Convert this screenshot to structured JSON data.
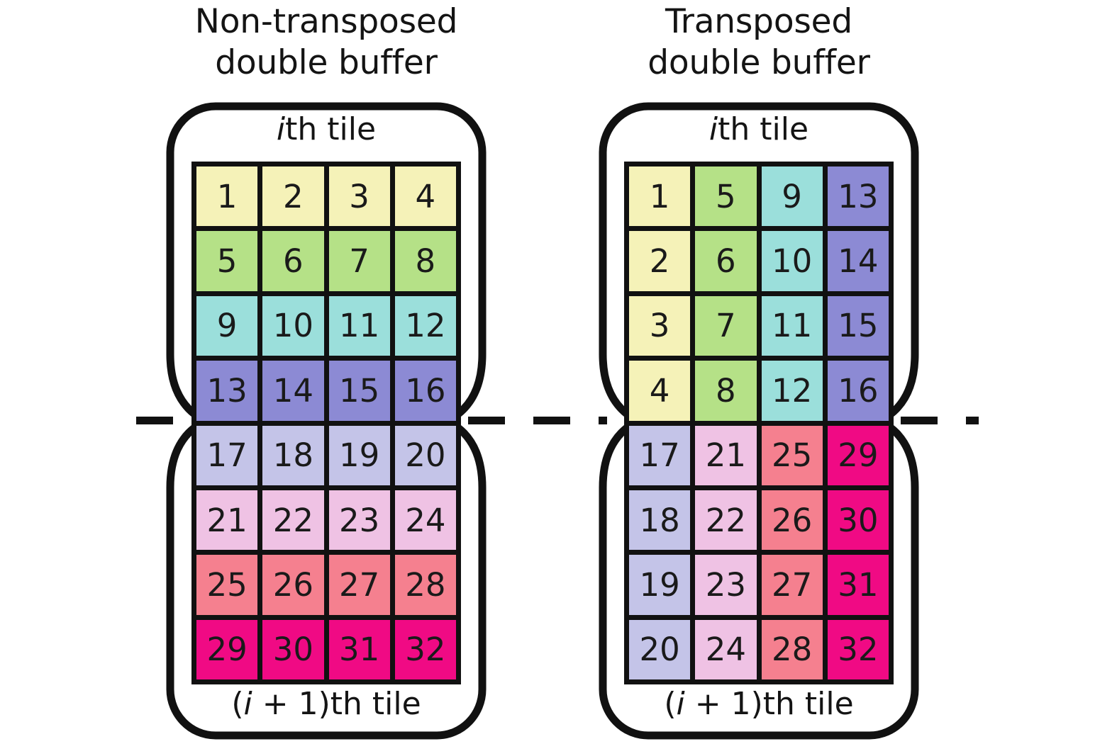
{
  "figure": {
    "type": "diagram",
    "description": "Comparison of non-transposed and transposed double buffer tile layouts",
    "element_count": 32,
    "grid": {
      "columns": 4,
      "rows": 8
    }
  },
  "colors": {
    "band_yellow": "#F5F2B8",
    "band_green": "#B5E187",
    "band_teal": "#9BDFDB",
    "band_purple": "#8C8AD4",
    "band_periwinkle": "#C4C4E8",
    "band_pink": "#EFC2E4",
    "band_salmon": "#F5808F",
    "band_magenta": "#F00A84",
    "outline": "#111111",
    "background": "#FFFFFF",
    "text": "#141414"
  },
  "panels": [
    {
      "id": "non-transposed",
      "title": "Non-transposed\ndouble buffer",
      "top_tile_label": "th tile",
      "top_tile_prefix": "i",
      "bottom_tile_label": " + 1)th tile",
      "bottom_tile_open": "(",
      "bottom_tile_prefix": "i",
      "layout": "row-major",
      "cells": [
        {
          "v": "1",
          "c": "#F5F2B8"
        },
        {
          "v": "2",
          "c": "#F5F2B8"
        },
        {
          "v": "3",
          "c": "#F5F2B8"
        },
        {
          "v": "4",
          "c": "#F5F2B8"
        },
        {
          "v": "5",
          "c": "#B5E187"
        },
        {
          "v": "6",
          "c": "#B5E187"
        },
        {
          "v": "7",
          "c": "#B5E187"
        },
        {
          "v": "8",
          "c": "#B5E187"
        },
        {
          "v": "9",
          "c": "#9BDFDB"
        },
        {
          "v": "10",
          "c": "#9BDFDB"
        },
        {
          "v": "11",
          "c": "#9BDFDB"
        },
        {
          "v": "12",
          "c": "#9BDFDB"
        },
        {
          "v": "13",
          "c": "#8C8AD4"
        },
        {
          "v": "14",
          "c": "#8C8AD4"
        },
        {
          "v": "15",
          "c": "#8C8AD4"
        },
        {
          "v": "16",
          "c": "#8C8AD4"
        },
        {
          "v": "17",
          "c": "#C4C4E8"
        },
        {
          "v": "18",
          "c": "#C4C4E8"
        },
        {
          "v": "19",
          "c": "#C4C4E8"
        },
        {
          "v": "20",
          "c": "#C4C4E8"
        },
        {
          "v": "21",
          "c": "#EFC2E4"
        },
        {
          "v": "22",
          "c": "#EFC2E4"
        },
        {
          "v": "23",
          "c": "#EFC2E4"
        },
        {
          "v": "24",
          "c": "#EFC2E4"
        },
        {
          "v": "25",
          "c": "#F5808F"
        },
        {
          "v": "26",
          "c": "#F5808F"
        },
        {
          "v": "27",
          "c": "#F5808F"
        },
        {
          "v": "28",
          "c": "#F5808F"
        },
        {
          "v": "29",
          "c": "#F00A84"
        },
        {
          "v": "30",
          "c": "#F00A84"
        },
        {
          "v": "31",
          "c": "#F00A84"
        },
        {
          "v": "32",
          "c": "#F00A84"
        }
      ]
    },
    {
      "id": "transposed",
      "title": "Transposed\ndouble buffer",
      "top_tile_label": "th tile",
      "top_tile_prefix": "i",
      "bottom_tile_label": " + 1)th tile",
      "bottom_tile_open": "(",
      "bottom_tile_prefix": "i",
      "layout": "column-major",
      "cells": [
        {
          "v": "1",
          "c": "#F5F2B8"
        },
        {
          "v": "5",
          "c": "#B5E187"
        },
        {
          "v": "9",
          "c": "#9BDFDB"
        },
        {
          "v": "13",
          "c": "#8C8AD4"
        },
        {
          "v": "2",
          "c": "#F5F2B8"
        },
        {
          "v": "6",
          "c": "#B5E187"
        },
        {
          "v": "10",
          "c": "#9BDFDB"
        },
        {
          "v": "14",
          "c": "#8C8AD4"
        },
        {
          "v": "3",
          "c": "#F5F2B8"
        },
        {
          "v": "7",
          "c": "#B5E187"
        },
        {
          "v": "11",
          "c": "#9BDFDB"
        },
        {
          "v": "15",
          "c": "#8C8AD4"
        },
        {
          "v": "4",
          "c": "#F5F2B8"
        },
        {
          "v": "8",
          "c": "#B5E187"
        },
        {
          "v": "12",
          "c": "#9BDFDB"
        },
        {
          "v": "16",
          "c": "#8C8AD4"
        },
        {
          "v": "17",
          "c": "#C4C4E8"
        },
        {
          "v": "21",
          "c": "#EFC2E4"
        },
        {
          "v": "25",
          "c": "#F5808F"
        },
        {
          "v": "29",
          "c": "#F00A84"
        },
        {
          "v": "18",
          "c": "#C4C4E8"
        },
        {
          "v": "22",
          "c": "#EFC2E4"
        },
        {
          "v": "26",
          "c": "#F5808F"
        },
        {
          "v": "30",
          "c": "#F00A84"
        },
        {
          "v": "19",
          "c": "#C4C4E8"
        },
        {
          "v": "23",
          "c": "#EFC2E4"
        },
        {
          "v": "27",
          "c": "#F5808F"
        },
        {
          "v": "31",
          "c": "#F00A84"
        },
        {
          "v": "20",
          "c": "#C4C4E8"
        },
        {
          "v": "24",
          "c": "#EFC2E4"
        },
        {
          "v": "28",
          "c": "#F5808F"
        },
        {
          "v": "32",
          "c": "#F00A84"
        }
      ]
    }
  ]
}
